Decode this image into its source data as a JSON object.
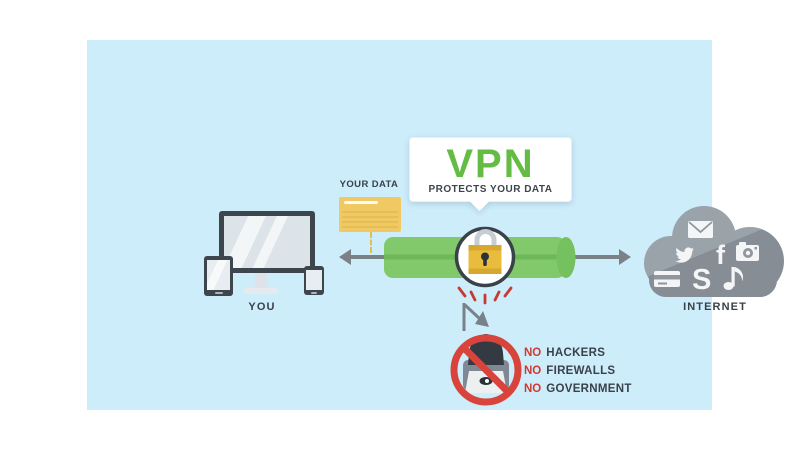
{
  "bubble": {
    "title": "VPN",
    "subtitle": "PROTECTS YOUR DATA"
  },
  "you": {
    "label": "YOU"
  },
  "your_data": {
    "label": "YOUR DATA"
  },
  "internet": {
    "label": "INTERNET"
  },
  "blocked": {
    "items": [
      {
        "prefix": "NO",
        "label": "HACKERS"
      },
      {
        "prefix": "NO",
        "label": "FIREWALLS"
      },
      {
        "prefix": "NO",
        "label": "GOVERNMENT"
      }
    ]
  },
  "icons": {
    "facebook_glyph": "f",
    "skype_glyph": "S",
    "cloud_icons": [
      "email-icon",
      "twitter-icon",
      "facebook-icon",
      "camera-icon",
      "credit-card-icon",
      "skype-icon",
      "music-note-icon"
    ]
  },
  "colors": {
    "background": "#ffffff",
    "panel_blue": "#cdedfb",
    "vpn_green": "#65bc44",
    "tunnel_green": "#82c96c",
    "tunnel_green_dark": "#6cb556",
    "tunnel_cap_green": "#75c05f",
    "lock_gold": "#e9bc3e",
    "lock_gold_dark": "#d7a82e",
    "alert_red": "#d8443b",
    "no_text_red": "#d0392f",
    "arrow_gray": "#7b8287",
    "cloud_gray_light": "#9ba3aa",
    "cloud_gray_dark": "#868d94",
    "text_dark": "#3a4149",
    "folder_yellow": "#f0c964",
    "device_dark": "#3d454d"
  }
}
